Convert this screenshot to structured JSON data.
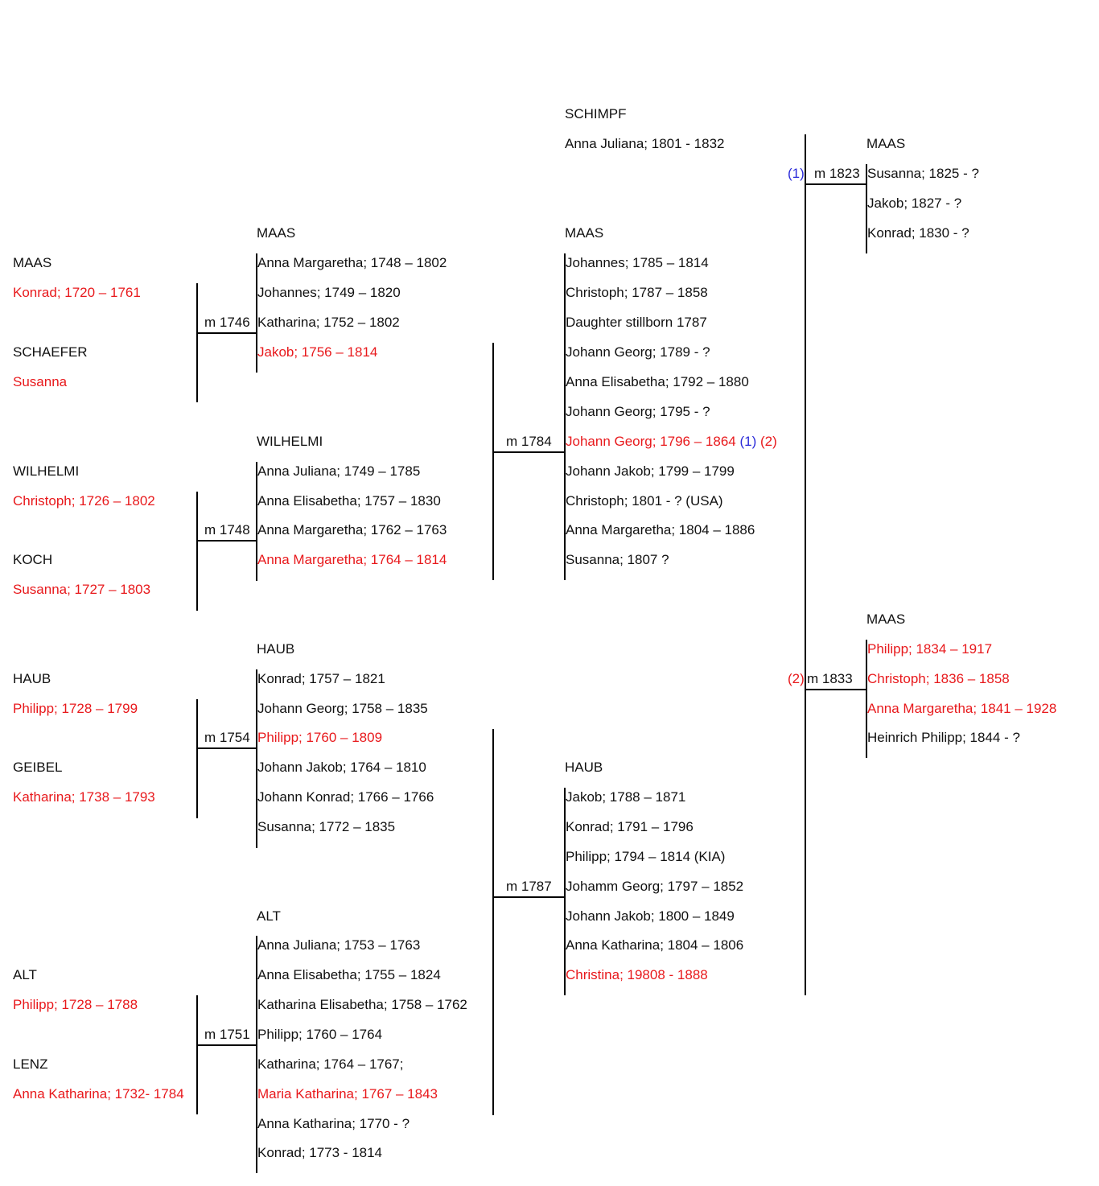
{
  "generation1": {
    "maas_konrad": {
      "surname": "MAAS",
      "person": "Konrad; 1720 – 1761"
    },
    "schaefer_susanna": {
      "surname": "SCHAEFER",
      "person": "Susanna"
    },
    "wilhelmi_christoph": {
      "surname": "WILHELMI",
      "person": "Christoph; 1726 – 1802"
    },
    "koch_susanna": {
      "surname": "KOCH",
      "person": "Susanna; 1727 – 1803"
    },
    "haub_philipp": {
      "surname": "HAUB",
      "person": "Philipp; 1728 – 1799"
    },
    "geibel_katharina": {
      "surname": "GEIBEL",
      "person": "Katharina; 1738 – 1793"
    },
    "alt_philipp": {
      "surname": "ALT",
      "person": "Philipp; 1728 – 1788"
    },
    "lenz_anna": {
      "surname": "LENZ",
      "person": "Anna Katharina; 1732- 1784"
    }
  },
  "marriages": {
    "m1746": "m 1746",
    "m1748": "m 1748",
    "m1754": "m 1754",
    "m1751": "m 1751",
    "m1784": "m 1784",
    "m1787": "m 1787",
    "m1823": "m 1823",
    "m1833": "m 1833",
    "marker1": "(1)",
    "marker2": "(2)"
  },
  "generation2": {
    "maas": {
      "surname": "MAAS",
      "children": [
        "Anna Margaretha; 1748 – 1802",
        "Johannes; 1749 – 1820",
        "Katharina; 1752 – 1802",
        "Jakob; 1756 – 1814"
      ]
    },
    "wilhelmi": {
      "surname": "WILHELMI",
      "children": [
        "Anna Juliana; 1749 – 1785",
        "Anna Elisabetha; 1757 – 1830",
        "Anna Margaretha; 1762 – 1763",
        "Anna Margaretha; 1764 – 1814"
      ]
    },
    "haub": {
      "surname": "HAUB",
      "children": [
        "Konrad; 1757 – 1821",
        "Johann Georg; 1758 – 1835",
        "Philipp; 1760 – 1809",
        "Johann Jakob; 1764 – 1810",
        "Johann Konrad; 1766 – 1766",
        "Susanna; 1772 – 1835"
      ]
    },
    "alt": {
      "surname": "ALT",
      "children": [
        "Anna Juliana; 1753 – 1763",
        "Anna Elisabetha; 1755 – 1824",
        "Katharina Elisabetha; 1758 – 1762",
        "Philipp; 1760 – 1764",
        "Katharina; 1764 – 1767;",
        "Maria Katharina; 1767 – 1843",
        "Anna Katharina; 1770 - ?",
        "Konrad; 1773 - 1814"
      ]
    }
  },
  "generation3": {
    "schimpf": {
      "surname": "SCHIMPF",
      "person": "Anna Juliana; 1801 - 1832"
    },
    "maas": {
      "surname": "MAAS",
      "children": [
        "Johannes; 1785 – 1814",
        "Christoph; 1787 – 1858",
        "Daughter stillborn 1787",
        "Johann Georg; 1789 - ?",
        "Anna Elisabetha; 1792 – 1880",
        "Johann Georg; 1795 - ?",
        "Johann Georg; 1796 – 1864",
        "Johann Jakob; 1799 – 1799",
        "Christoph; 1801 - ? (USA)",
        "Anna Margaretha; 1804 – 1886",
        "Susanna; 1807 ?"
      ]
    },
    "haub": {
      "surname": "HAUB",
      "children": [
        "Jakob; 1788 – 1871",
        "Konrad; 1791 – 1796",
        "Philipp; 1794 – 1814 (KIA)",
        "Johamm Georg; 1797 – 1852",
        "Johann Jakob; 1800 – 1849",
        "Anna Katharina; 1804 – 1806",
        "Christina; 19808 - 1888"
      ]
    }
  },
  "generation4": {
    "maas1": {
      "surname": "MAAS",
      "children": [
        "Susanna; 1825 - ?",
        "Jakob; 1827 - ?",
        "Konrad; 1830 - ?"
      ]
    },
    "maas2": {
      "surname": "MAAS",
      "children": [
        "Philipp; 1834 – 1917",
        "Christoph; 1836 – 1858",
        "Anna Margaretha; 1841 – 1928",
        "Heinrich Philipp; 1844 - ?"
      ]
    }
  },
  "colors": {
    "direct_line": "#e8191c",
    "marriage_marker": "#2b2bd9",
    "text": "#111111",
    "lines": "#000000"
  }
}
